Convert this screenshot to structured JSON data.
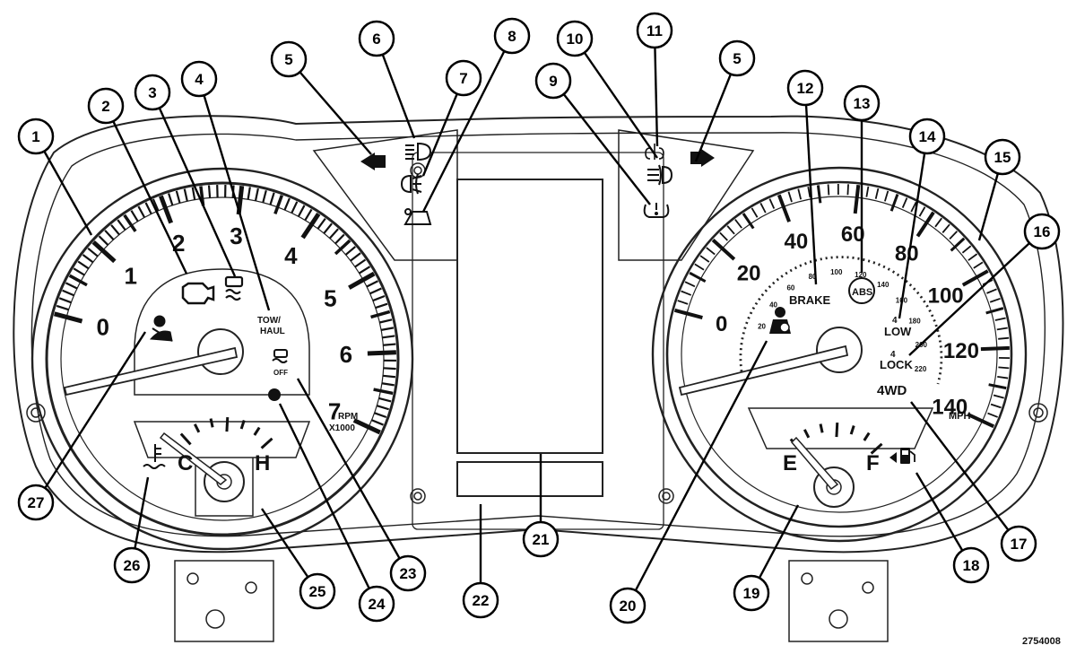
{
  "figure_id": "2754008",
  "tachometer": {
    "numbers": [
      "0",
      "1",
      "2",
      "3",
      "4",
      "5",
      "6",
      "7"
    ],
    "units_line1": "RPM",
    "units_line2": "X1000",
    "tow_haul_line1": "TOW/",
    "tow_haul_line2": "HAUL",
    "off_label": "OFF"
  },
  "temp_gauge": {
    "cold": "C",
    "hot": "H"
  },
  "speedometer": {
    "mph_numbers": [
      "0",
      "20",
      "40",
      "60",
      "80",
      "100",
      "120",
      "140"
    ],
    "kmh_numbers": [
      "20",
      "40",
      "60",
      "80",
      "100",
      "120",
      "140",
      "160",
      "180",
      "200",
      "220"
    ],
    "units": "MPH",
    "brake": "BRAKE",
    "abs": "ABS",
    "low_line1": "4",
    "low_line2": "LOW",
    "lock_line1": "4",
    "lock_line2": "LOCK",
    "fwd": "4WD"
  },
  "fuel_gauge": {
    "empty": "E",
    "full": "F"
  },
  "callouts": [
    "1",
    "2",
    "3",
    "4",
    "5",
    "6",
    "7",
    "8",
    "9",
    "10",
    "11",
    "5",
    "12",
    "13",
    "14",
    "15",
    "16",
    "17",
    "18",
    "19",
    "20",
    "21",
    "22",
    "23",
    "24",
    "25",
    "26",
    "27"
  ],
  "icons": {
    "seatbelt": "seatbelt-icon",
    "engine": "check-engine-icon",
    "skid": "traction-control-icon",
    "esp_off": "esp-off-icon",
    "coolant": "coolant-temp-icon",
    "fuel": "fuel-pump-icon",
    "airbag": "airbag-icon",
    "headlamp": "high-beam-icon",
    "fog": "fog-lamp-icon",
    "tpms": "tire-pressure-icon",
    "turn": "turn-signal-icon"
  }
}
